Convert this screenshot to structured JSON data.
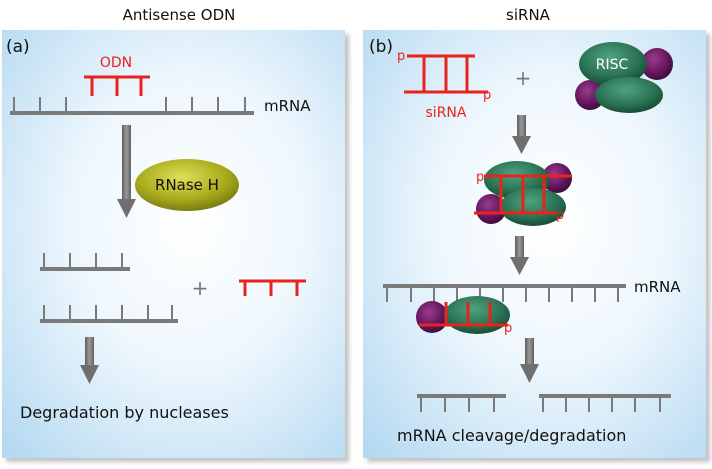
{
  "panels": {
    "left": {
      "heading": "Antisense ODN",
      "tag": "(a)",
      "odn_label": "ODN",
      "mrna_label": "mRNA",
      "enzyme_label": "RNase H",
      "plus": "+",
      "result_label": "Degradation by nucleases"
    },
    "right": {
      "heading": "siRNA",
      "tag": "(b)",
      "p_marker": "p",
      "sirna_label": "siRNA",
      "plus": "+",
      "risc_label": "RISC",
      "mrna_label": "mRNA",
      "result_label": "mRNA cleavage/degradation"
    }
  },
  "colors": {
    "strand_red": "#e8231c",
    "mrna_gray": "#7a7a7a",
    "panel_blue": "#b9dcf2",
    "risc_green": "#2f7a5c",
    "risc_purple": "#6a1a63",
    "rnase_olive": "#a6aa1c",
    "arrow_gray": "#777777"
  }
}
